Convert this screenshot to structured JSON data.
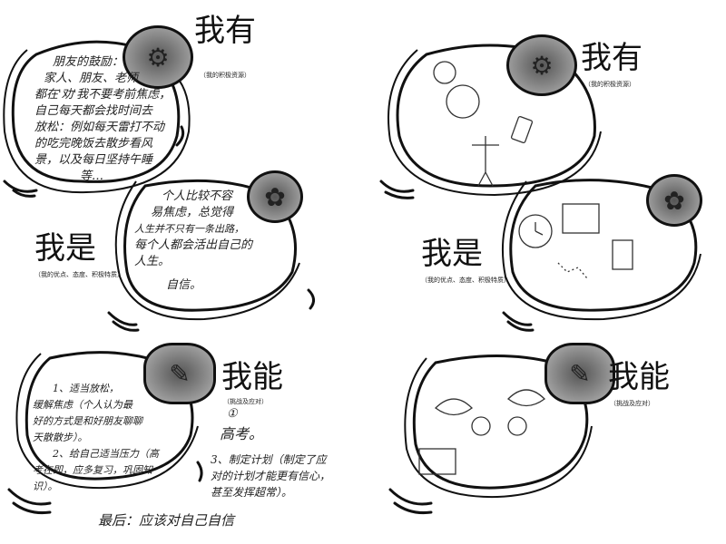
{
  "left_page": {
    "have": {
      "title": "我有",
      "subtitle": "（我的积极资源）",
      "lines": [
        "朋友的鼓励：",
        "家人、朋友、老师",
        "都在'劝'我不要考前焦虑，",
        "自己每天都会找时间去",
        "放松：例如每天雷打不动",
        "的吃完晚饭去散步看风",
        "景，以及每日坚持午睡",
        "等…"
      ]
    },
    "am": {
      "title": "我是",
      "subtitle": "（我的优点、态度、积极特质）",
      "lines": [
        "个人比较不容",
        "易焦虑，总觉得",
        "人生并不只有一条出路，",
        "每个人都会活出自己的",
        "人生。",
        "自信。"
      ]
    },
    "can": {
      "title": "我能",
      "subtitle": "（挑战及应对）",
      "note_mark": "①",
      "challenge": "高考。",
      "lines": [
        "1、适当放松，",
        "缓解焦虑（个人认为最",
        "好的方式是和好朋友聊聊",
        "天散散步）。",
        "2、给自己适当压力（高",
        "考在即，应多复习，巩固知",
        "识）。"
      ],
      "plan_lines": [
        "3、制定计划（制定了应",
        "对的计划才能更有信心，",
        "甚至发挥超常）。"
      ],
      "conclusion": "最后：应该对自己自信"
    }
  },
  "right_page": {
    "have": {
      "title": "我有",
      "subtitle": "（我的积极资源）"
    },
    "am": {
      "title": "我是",
      "subtitle": "（我的优点、态度、积极特质）"
    },
    "can": {
      "title": "我能",
      "subtitle": "（挑战及应对）"
    }
  }
}
